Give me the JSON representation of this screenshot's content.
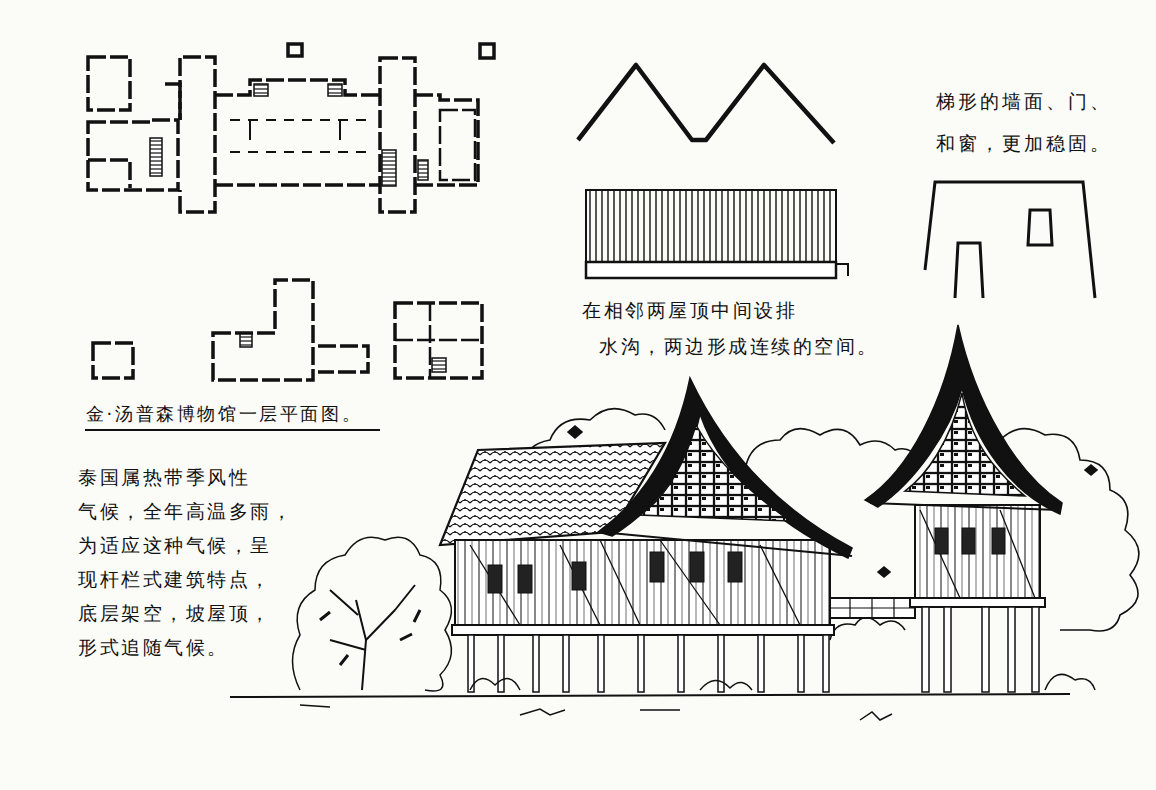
{
  "diagram": {
    "labels": [
      "梯形的墙面、门、 和窗，更加稳固。",
      "在相邻两屋顶中间设排 水沟，两边形成连续的空间。",
      "金·汤普森博物馆一层平面图。",
      "泰国属热带季风性 气候，全年高温多雨， 为适应这种气候，呈 现杆栏式建筑特点， 底层架空，坡屋顶， 形式追随气候。"
    ]
  }
}
